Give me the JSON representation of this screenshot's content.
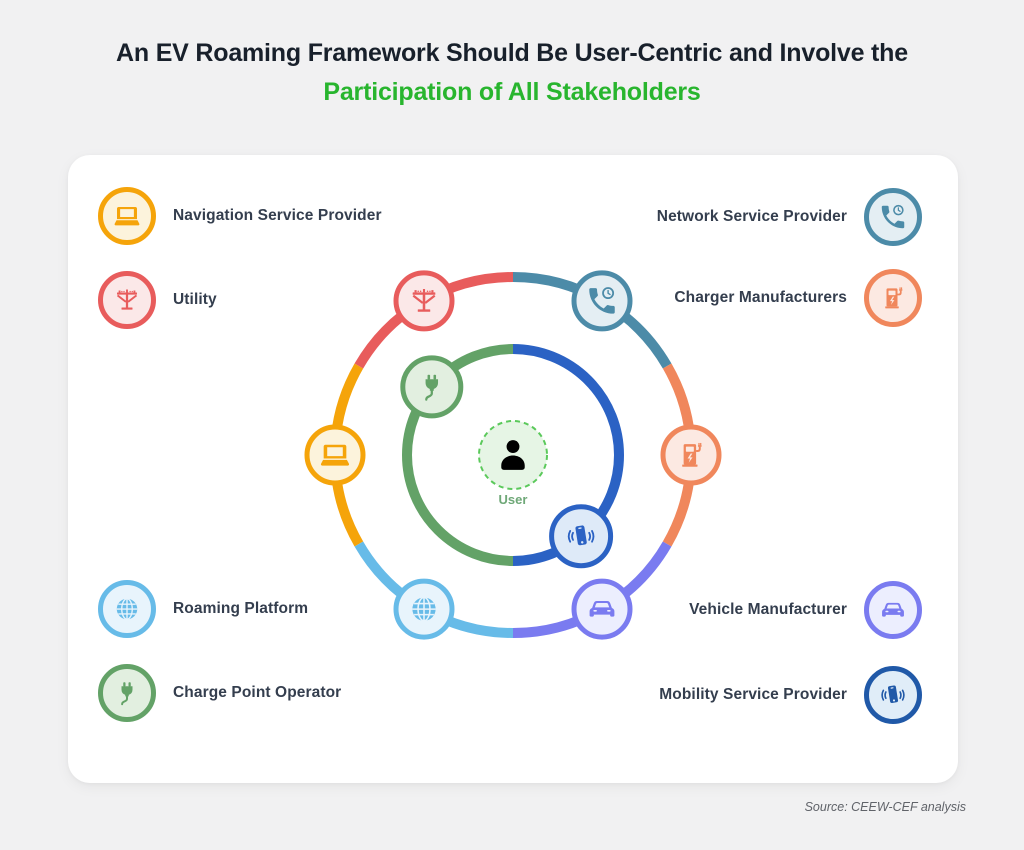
{
  "title": {
    "line1": "An EV Roaming Framework Should Be User-Centric and Involve the",
    "line2": "Participation of All Stakeholders"
  },
  "legend_left": [
    {
      "label": "Navigation Service Provider",
      "icon": "laptop-icon",
      "color": "#F5A40A",
      "tint": "#FCF3DC"
    },
    {
      "label": "Utility",
      "icon": "utility-pole-icon",
      "color": "#E85C5C",
      "tint": "#FBE8E8"
    },
    {
      "label": "Roaming Platform",
      "icon": "globe-icon",
      "color": "#67BBE8",
      "tint": "#E8F4FC"
    },
    {
      "label": "Charge Point Operator",
      "icon": "plug-icon",
      "color": "#63A267",
      "tint": "#E2EFE0"
    }
  ],
  "legend_right": [
    {
      "label": "Network Service Provider",
      "icon": "phone-call-clock-icon",
      "color": "#4C8BA8",
      "tint": "#E4EEF3"
    },
    {
      "label": "Charger Manufacturers",
      "icon": "ev-charger-icon",
      "color": "#F0875C",
      "tint": "#FCE9E2"
    },
    {
      "label": "Vehicle Manufacturer",
      "icon": "car-icon",
      "color": "#7A7BF0",
      "tint": "#ECEEFE"
    },
    {
      "label": "Mobility Service Provider",
      "icon": "mobile-phone-icon",
      "color": "#2059A8",
      "tint": "#E0EDF8"
    }
  ],
  "diagram": {
    "center": {
      "label": "User",
      "icon": "user-icon",
      "color": "#27B927",
      "tint": "#E6F5E5",
      "dashed_border": "#5BC95B",
      "label_color": "#6FA878"
    },
    "inner_ring_segments": [
      {
        "stakeholder": "Charge Point Operator",
        "color": "#63A267",
        "icon": "plug-icon"
      },
      {
        "stakeholder": "Mobility Service Provider",
        "color": "#2B62C4",
        "icon": "mobile-phone-icon"
      }
    ],
    "outer_ring_segments": [
      {
        "stakeholder": "Utility",
        "color": "#E85C5C",
        "icon": "utility-pole-icon"
      },
      {
        "stakeholder": "Network Service Provider",
        "color": "#4C8BA8",
        "icon": "phone-call-clock-icon"
      },
      {
        "stakeholder": "Charger Manufacturers",
        "color": "#F0875C",
        "icon": "ev-charger-icon"
      },
      {
        "stakeholder": "Vehicle Manufacturer",
        "color": "#7A7BF0",
        "icon": "car-icon"
      },
      {
        "stakeholder": "Roaming Platform",
        "color": "#67BBE8",
        "icon": "globe-icon"
      },
      {
        "stakeholder": "Navigation Service Provider",
        "color": "#F5A40A",
        "icon": "laptop-icon"
      }
    ]
  },
  "source": {
    "text": "Source: CEEW-CEF analysis"
  },
  "colors": {
    "page_bg": "#F1F1F2",
    "card_bg": "#FFFFFF",
    "title_dark": "#18202B",
    "title_green": "#28B52E",
    "legend_text": "#343E4E",
    "source_text": "#606369"
  }
}
